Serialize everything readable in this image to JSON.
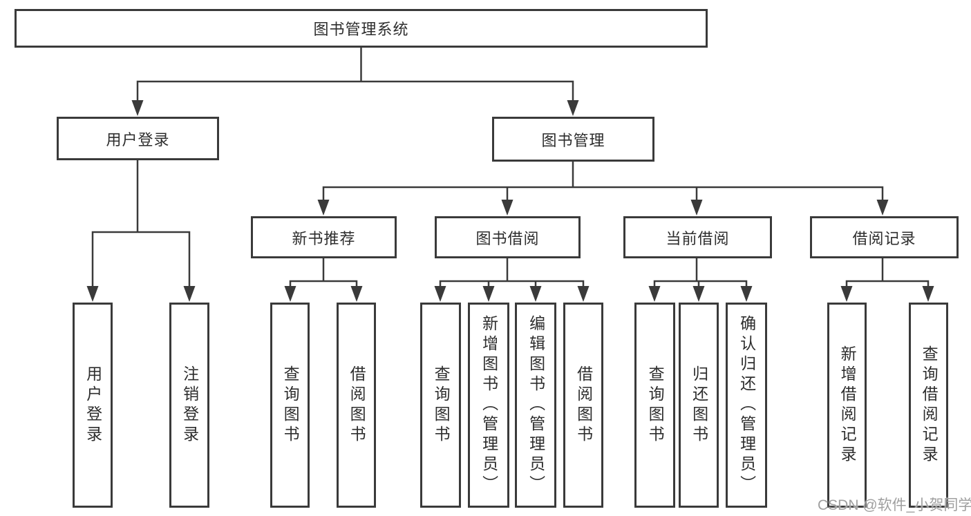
{
  "diagram": {
    "root": {
      "label": "图书管理系统",
      "children": [
        {
          "label": "用户登录",
          "children": [
            {
              "label": "用户登录"
            },
            {
              "label": "注销登录"
            }
          ]
        },
        {
          "label": "图书管理",
          "children": [
            {
              "label": "新书推荐",
              "children": [
                {
                  "label": "查询图书"
                },
                {
                  "label": "借阅图书"
                }
              ]
            },
            {
              "label": "图书借阅",
              "children": [
                {
                  "label": "查询图书"
                },
                {
                  "label": "新增图书（管理员）"
                },
                {
                  "label": "编辑图书（管理员）"
                },
                {
                  "label": "借阅图书"
                }
              ]
            },
            {
              "label": "当前借阅",
              "children": [
                {
                  "label": "查询图书"
                },
                {
                  "label": "归还图书"
                },
                {
                  "label": "确认归还（管理员）"
                }
              ]
            },
            {
              "label": "借阅记录",
              "children": [
                {
                  "label": "新增借阅记录"
                },
                {
                  "label": "查询借阅记录"
                }
              ]
            }
          ]
        }
      ]
    }
  },
  "watermark": {
    "text": "CSDN @软件_小贺同学"
  },
  "colors": {
    "line": "#3a3a3a",
    "text": "#2d2d2d",
    "box_border": "#3a3a3a",
    "background": "#ffffff",
    "watermark": "#9f9f9f"
  }
}
